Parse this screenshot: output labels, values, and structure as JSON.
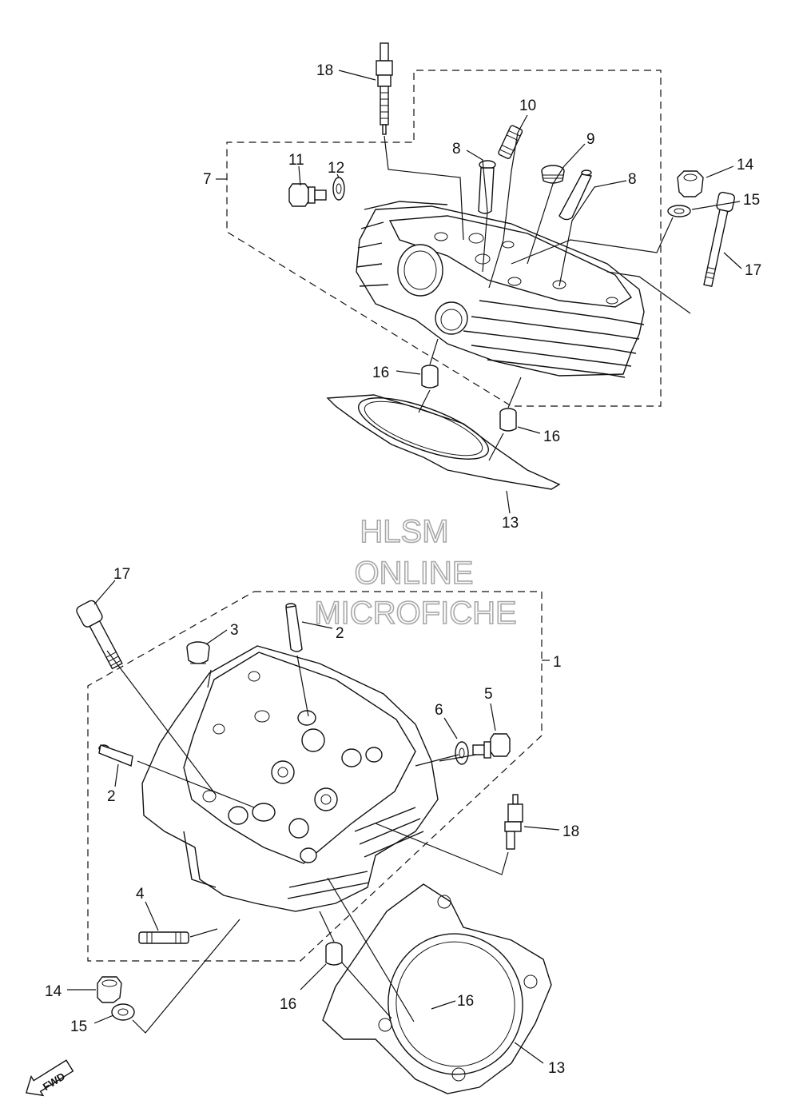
{
  "watermark": {
    "line1": "HLSM",
    "line2": "ONLINE",
    "line3": "MICROFICHE"
  },
  "fwd_label": "FWD",
  "callouts_upper": [
    {
      "id": "u18",
      "text": "18"
    },
    {
      "id": "u10",
      "text": "10"
    },
    {
      "id": "u8a",
      "text": "8"
    },
    {
      "id": "u9",
      "text": "9"
    },
    {
      "id": "u8b",
      "text": "8"
    },
    {
      "id": "u11",
      "text": "11"
    },
    {
      "id": "u12",
      "text": "12"
    },
    {
      "id": "u7",
      "text": "7"
    },
    {
      "id": "u14",
      "text": "14"
    },
    {
      "id": "u15",
      "text": "15"
    },
    {
      "id": "u17",
      "text": "17"
    },
    {
      "id": "u16a",
      "text": "16"
    },
    {
      "id": "u16b",
      "text": "16"
    },
    {
      "id": "u13",
      "text": "13"
    }
  ],
  "callouts_lower": [
    {
      "id": "l17",
      "text": "17"
    },
    {
      "id": "l3",
      "text": "3"
    },
    {
      "id": "l2a",
      "text": "2"
    },
    {
      "id": "l1",
      "text": "1"
    },
    {
      "id": "l6",
      "text": "6"
    },
    {
      "id": "l5",
      "text": "5"
    },
    {
      "id": "l2b",
      "text": "2"
    },
    {
      "id": "l18",
      "text": "18"
    },
    {
      "id": "l4",
      "text": "4"
    },
    {
      "id": "l14",
      "text": "14"
    },
    {
      "id": "l15",
      "text": "15"
    },
    {
      "id": "l16a",
      "text": "16"
    },
    {
      "id": "l16b",
      "text": "16"
    },
    {
      "id": "l13",
      "text": "13"
    }
  ]
}
